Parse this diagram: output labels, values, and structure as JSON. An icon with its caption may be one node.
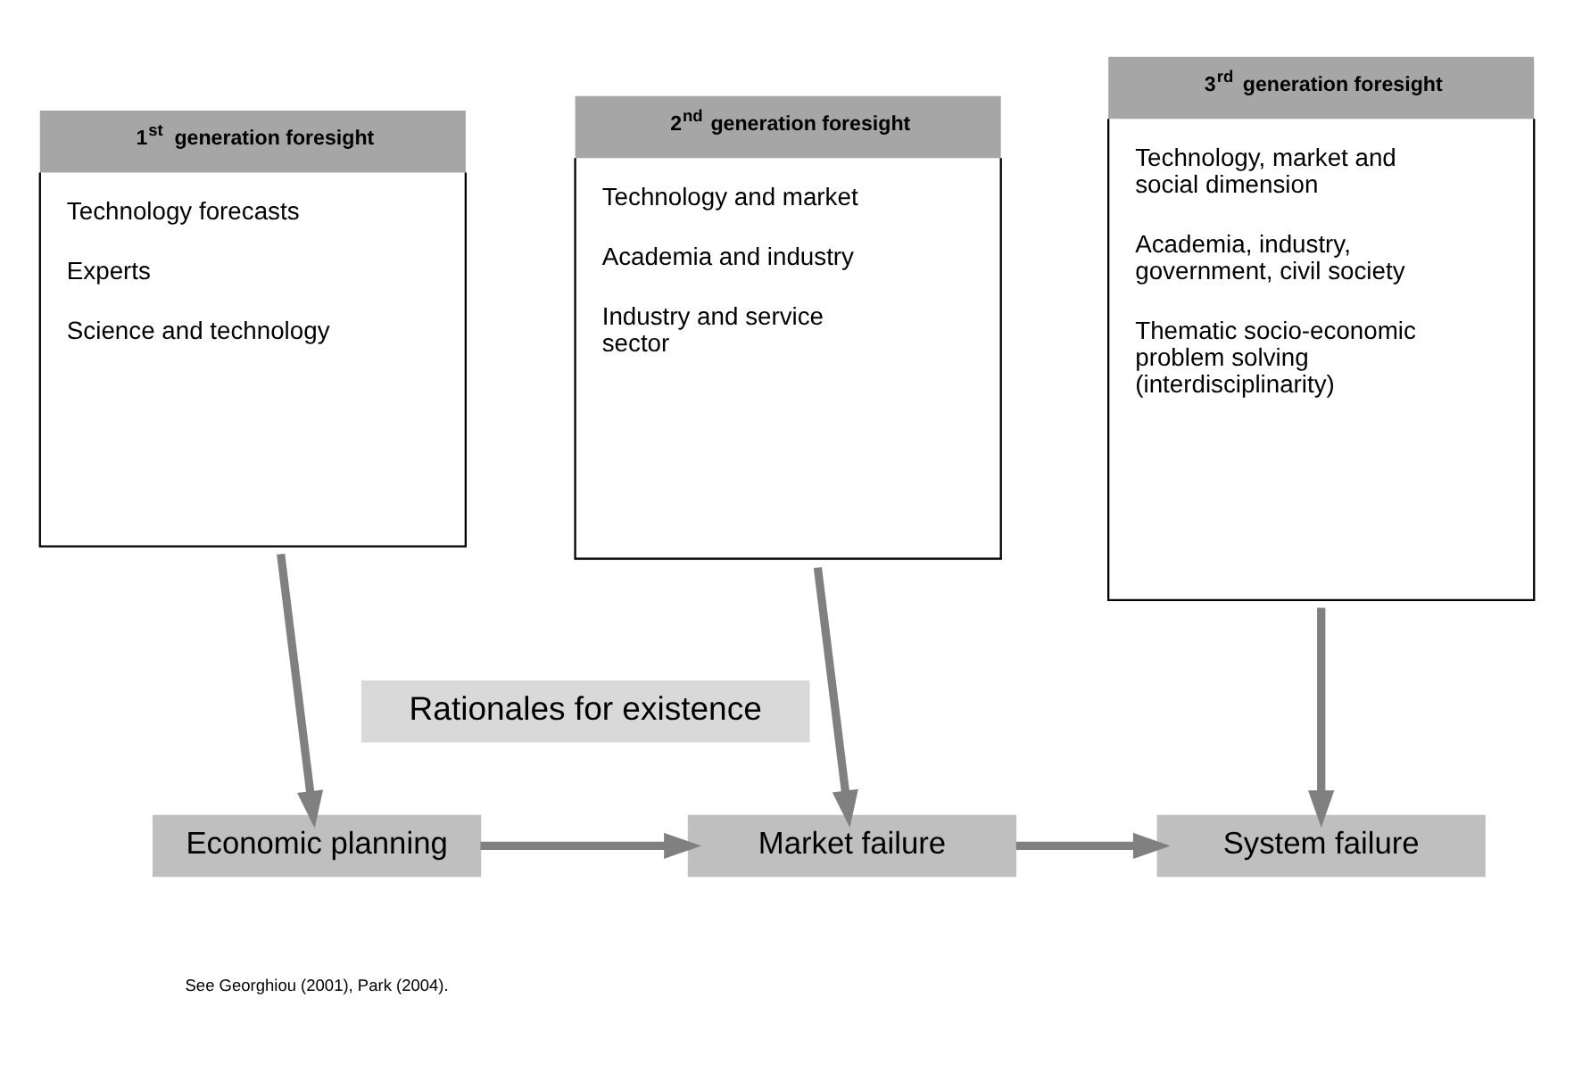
{
  "diagram": {
    "nodes": [
      {
        "text": [
          "1$^{st}$ generation foresight",
          "Technology forecasts",
          "Experts",
          "Science and technology"
        ]
      },
      {
        "text": [
          "2$^{nd}$ generation foresight",
          "Technology and market",
          "Academia and industry",
          "Industry and service sector"
        ]
      },
      {
        "text": [
          "3$^{rd}$ generation foresight",
          "Technology, market and social dimension",
          "Academia, industry, government, civil society",
          "Thematic socio-economic problem solving (interdisciplinarity)"
        ]
      },
      {
        "text": [
          "Rationales for existence"
        ]
      },
      {
        "text": [
          "Economic planning"
        ]
      },
      {
        "text": [
          "Market failure"
        ]
      },
      {
        "text": [
          "System failure"
        ]
      }
    ],
    "edges": [
      {
        "from": 0,
        "to": 4,
        "arrow": "to"
      },
      {
        "from": 1,
        "to": 5,
        "arrow": "to"
      },
      {
        "from": 2,
        "to": 6,
        "arrow": "to"
      },
      {
        "from": 4,
        "to": 5,
        "arrow": "to"
      },
      {
        "from": 5,
        "to": 6,
        "arrow": "to"
      }
    ],
    "labels": [
      "See Georghiou (2001), Park (2004)."
    ]
  }
}
